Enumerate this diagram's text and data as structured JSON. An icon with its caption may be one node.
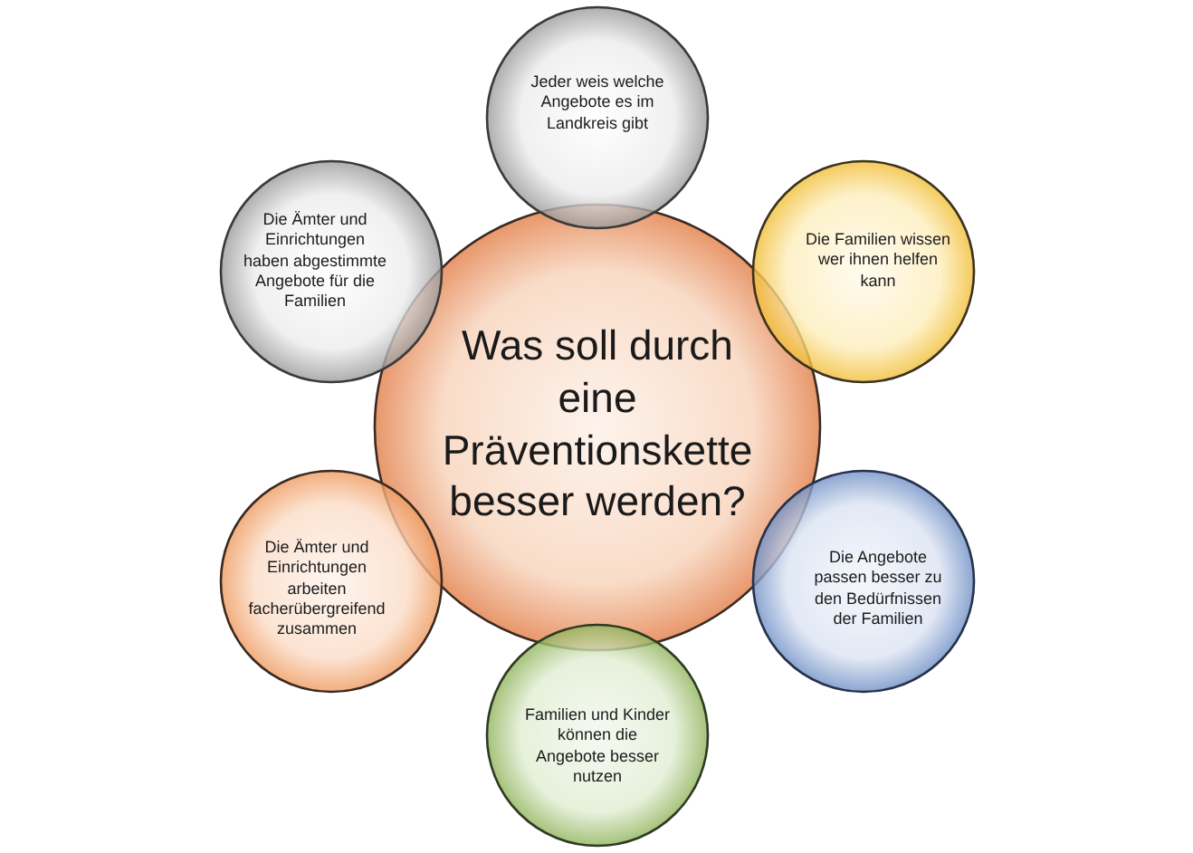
{
  "diagram": {
    "nodes": [
      {
        "text": [
          "Was soll durch eine Präventionskette besser werden?"
        ]
      },
      {
        "text": [
          "Jeder weis welche Angebote es im Landkreis gibt"
        ]
      },
      {
        "text": [
          "Die Familien wissen wer ihnen helfen kann"
        ]
      },
      {
        "text": [
          "Die Angebote passen besser zu den Bedürfnissen der Familien"
        ]
      },
      {
        "text": [
          "Familien und Kinder können die Angebote besser nutzen"
        ]
      },
      {
        "text": [
          "Die Ämter und Einrichtungen arbeiten facherübergreifend zusammen"
        ]
      },
      {
        "text": [
          "Die Ämter und Einrichtungen haben abgestimmte Angebote für die Familien"
        ]
      }
    ]
  }
}
